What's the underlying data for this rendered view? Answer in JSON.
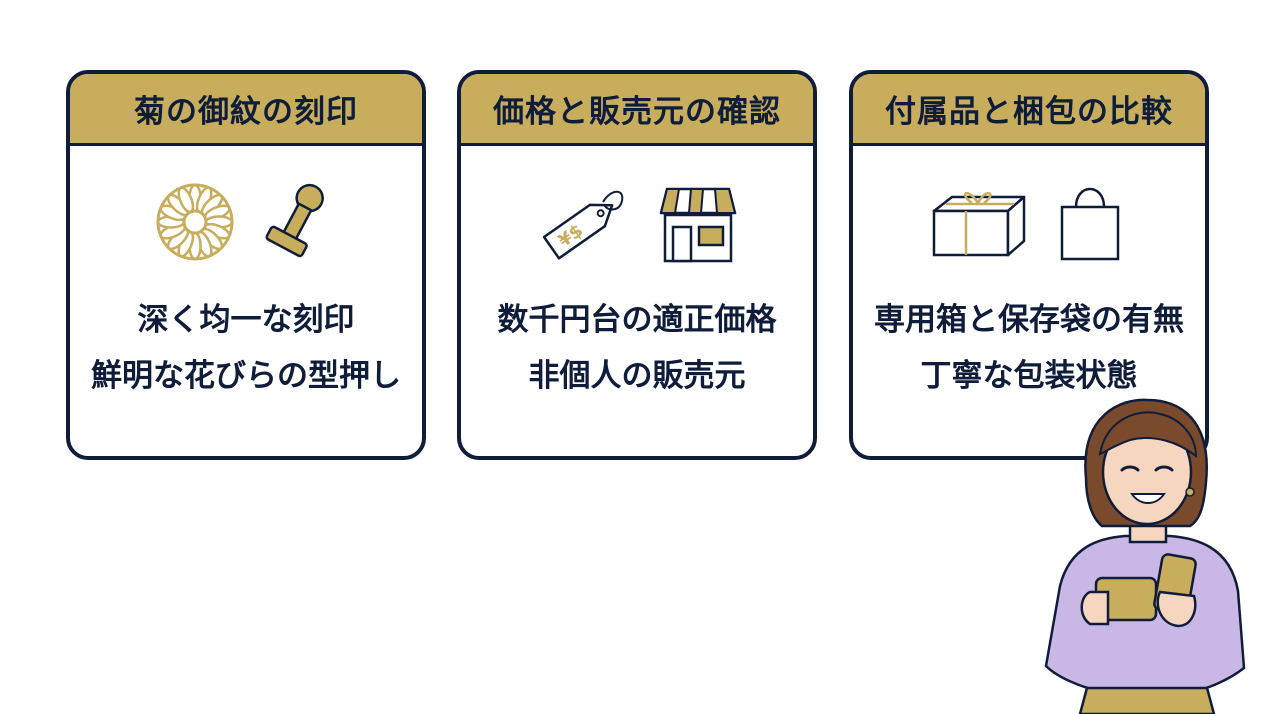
{
  "cards": [
    {
      "title": "菊の御紋の刻印",
      "lines": [
        "深く均一な刻印",
        "鮮明な花びらの型押し"
      ],
      "icons": [
        "chrysanthemum-crest-icon",
        "stamp-icon"
      ]
    },
    {
      "title": "価格と販売元の確認",
      "lines": [
        "数千円台の適正価格",
        "非個人の販売元"
      ],
      "icons": [
        "price-tag-icon",
        "storefront-icon"
      ]
    },
    {
      "title": "付属品と梱包の比較",
      "lines": [
        "専用箱と保存袋の有無",
        "丁寧な包装状態"
      ],
      "icons": [
        "gift-box-icon",
        "shopping-bag-icon"
      ]
    }
  ],
  "tag_text": "¥$",
  "colors": {
    "navy": "#0f1d3a",
    "gold": "#c7ad5c",
    "lavender": "#c9b8e6",
    "skin": "#f6d6bf",
    "hair": "#7a4a2c"
  }
}
